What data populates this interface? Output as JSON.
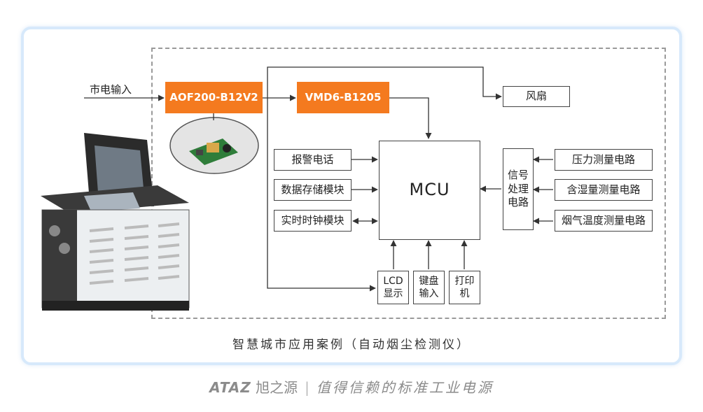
{
  "input_label": "市电输入",
  "blocks": {
    "psu": "AOF200-B12V2",
    "dcdc": "VMD6-B1205",
    "fan": "风扇",
    "mcu": "MCU",
    "alarm": "报警电话",
    "storage": "数据存储模块",
    "rtc": "实时时钟模块",
    "signal": "信号\n处理\n电路",
    "pressure": "压力测量电路",
    "humidity": "含湿量测量电路",
    "temperature": "烟气温度测量电路",
    "lcd": "LCD\n显示",
    "keyboard": "键盘\n输入",
    "printer": "打印\n机"
  },
  "caption": "智慧城市应用案例（自动烟尘检测仪）",
  "brand": {
    "logo": "ATAZ",
    "name": "旭之源",
    "separator": "|",
    "slogan": "值得信赖的标准工业电源"
  },
  "colors": {
    "accent": "#f47a1f",
    "card_border": "#d7e9fb"
  }
}
